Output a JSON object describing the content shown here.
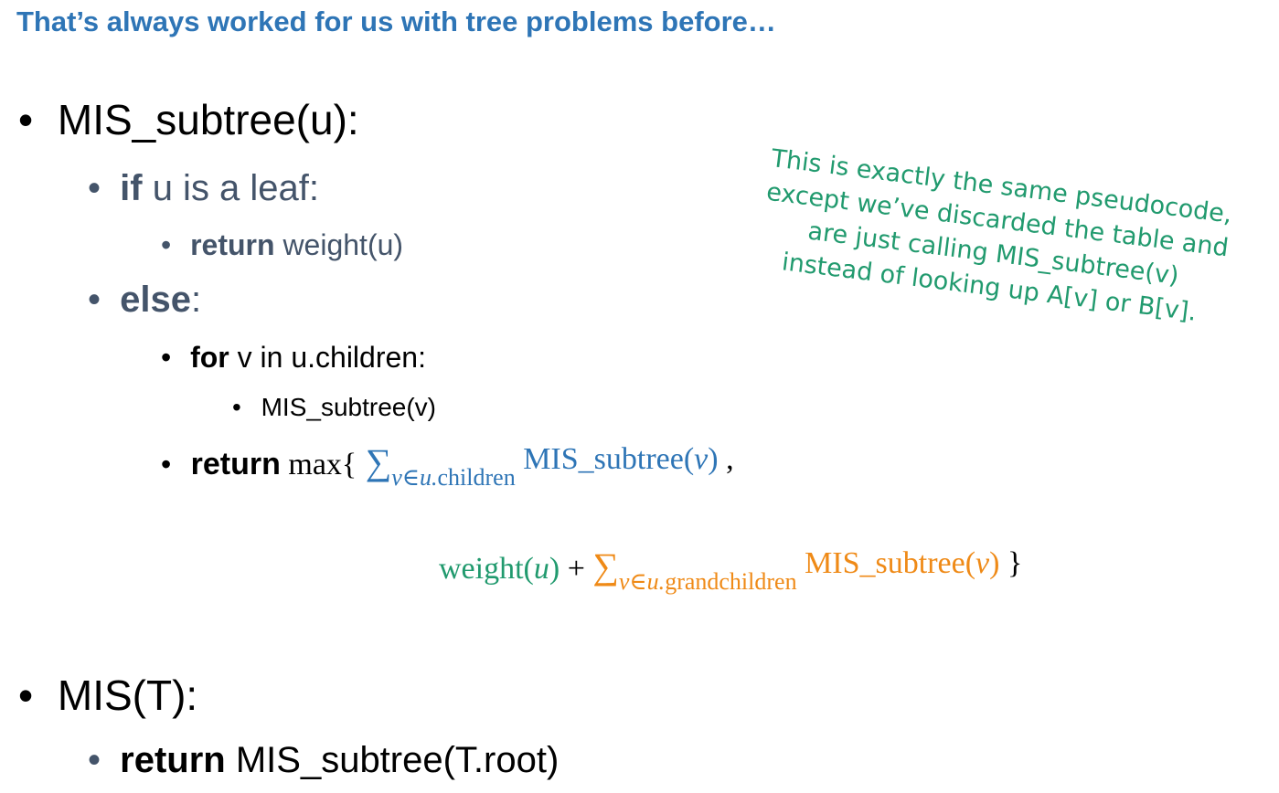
{
  "colors": {
    "blue": "#2e75b6",
    "green": "#219a6e",
    "orange": "#ef8a17",
    "gray": "#44546a",
    "black": "#000000"
  },
  "title": "That’s always worked for us with tree problems before…",
  "bullet_glyph": "•",
  "code": {
    "fn1_header": "MIS_subtree(u):",
    "if_kw": "if",
    "if_rest": " u is a leaf:",
    "return_kw": "return",
    "return_leaf": " weight(u)",
    "else_kw": "else",
    "else_colon": ":",
    "for_kw": "for",
    "for_rest": " v in u.children:",
    "recursive_call": "MIS_subtree(v)",
    "return_max_kw": "return",
    "max_open": " max{",
    "sum_symbol": "∑",
    "sub_children_var": "v∈u.",
    "sub_children_word": "children",
    "term1_name": "MIS_subtree(",
    "term1_var": "v",
    "term1_close": ")",
    "comma": " ,",
    "weight_name": "weight(",
    "weight_var": "u",
    "weight_close": ")",
    "plus": " + ",
    "sub_grand_var": "v∈u.",
    "sub_grand_word": "grandchildren",
    "term2_name": "MIS_subtree(",
    "term2_var": "v",
    "term2_close": ")",
    "brace_close": " }",
    "fn2_header": "MIS(T):",
    "fn2_return_kw": "return",
    "fn2_return_rest": " MIS_subtree(T.root)"
  },
  "note_lines": [
    "This is exactly the same pseudocode,",
    "except we’ve discarded the table and",
    "are just calling MIS_subtree(v)",
    "instead of looking up A[v] or B[v]."
  ]
}
